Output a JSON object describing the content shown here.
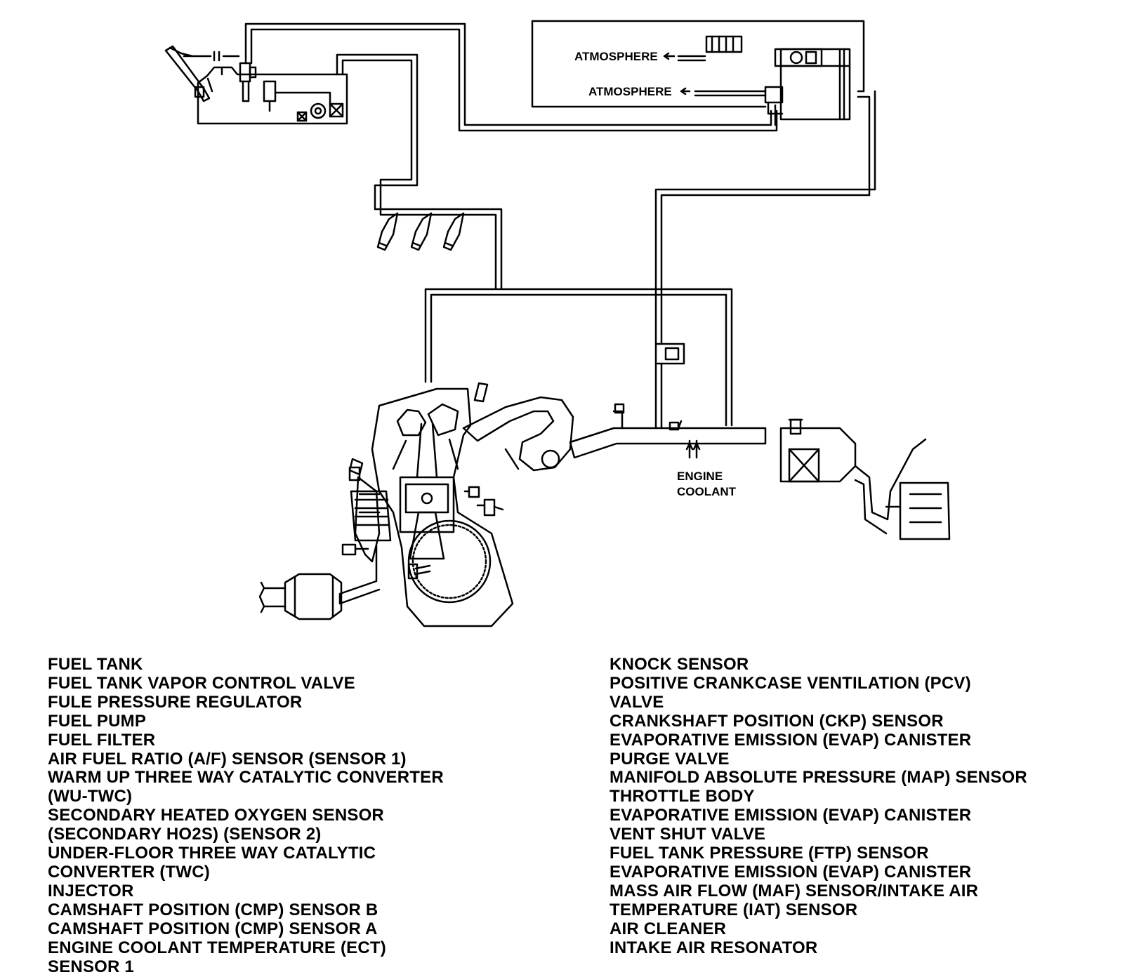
{
  "diagram_labels": {
    "atmosphere_1": "ATMOSPHERE",
    "atmosphere_2": "ATMOSPHERE",
    "engine_coolant_line1": "ENGINE",
    "engine_coolant_line2": "COOLANT"
  },
  "legend_left": [
    "FUEL TANK",
    "FUEL TANK VAPOR CONTROL VALVE",
    "FULE PRESSURE REGULATOR",
    "FUEL PUMP",
    "FUEL FILTER",
    "AIR FUEL RATIO (A/F) SENSOR (SENSOR 1)",
    "WARM UP THREE WAY CATALYTIC CONVERTER",
    "(WU-TWC)",
    "SECONDARY HEATED OXYGEN SENSOR",
    "(SECONDARY HO2S) (SENSOR 2)",
    "UNDER-FLOOR THREE WAY CATALYTIC",
    "CONVERTER (TWC)",
    "INJECTOR",
    "CAMSHAFT POSITION (CMP) SENSOR B",
    "CAMSHAFT POSITION (CMP) SENSOR A",
    "ENGINE COOLANT TEMPERATURE (ECT)",
    "SENSOR 1"
  ],
  "legend_right": [
    "KNOCK SENSOR",
    "POSITIVE CRANKCASE VENTILATION (PCV)",
    "VALVE",
    "CRANKSHAFT POSITION (CKP) SENSOR",
    "EVAPORATIVE EMISSION (EVAP) CANISTER",
    "PURGE VALVE",
    "MANIFOLD ABSOLUTE PRESSURE (MAP) SENSOR",
    "THROTTLE BODY",
    "EVAPORATIVE EMISSION (EVAP) CANISTER",
    "VENT SHUT VALVE",
    "FUEL TANK PRESSURE (FTP) SENSOR",
    "EVAPORATIVE EMISSION (EVAP) CANISTER",
    "MASS AIR FLOW (MAF) SENSOR/INTAKE AIR",
    "TEMPERATURE (IAT) SENSOR",
    "AIR CLEANER",
    "INTAKE AIR RESONATOR"
  ]
}
